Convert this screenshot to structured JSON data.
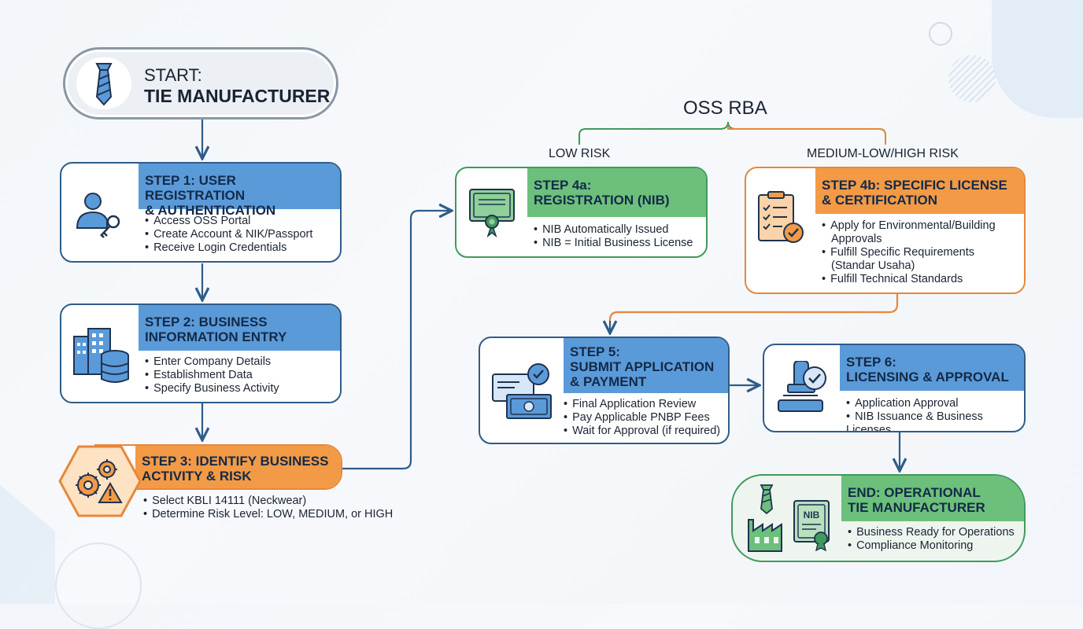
{
  "start": {
    "line1": "START:",
    "line2": "TIE MANUFACTURER"
  },
  "oss": {
    "title": "OSS RBA",
    "low_risk_label": "LOW RISK",
    "high_risk_label": "MEDIUM-LOW/HIGH RISK"
  },
  "steps": {
    "s1": {
      "title": [
        "STEP 1: USER REGISTRATION",
        "& AUTHENTICATION"
      ],
      "bullets": [
        "Access OSS Portal",
        "Create Account & NIK/Passport",
        "Receive Login Credentials"
      ]
    },
    "s2": {
      "title": [
        "STEP 2: BUSINESS",
        "INFORMATION ENTRY"
      ],
      "bullets": [
        "Enter Company Details",
        "Establishment Data",
        "Specify Business Activity"
      ]
    },
    "s3": {
      "title": [
        "STEP 3: IDENTIFY BUSINESS",
        "ACTIVITY & RISK"
      ],
      "bullets": [
        "Select KBLI 14111 (Neckwear)",
        "Determine Risk Level: LOW, MEDIUM, or HIGH"
      ]
    },
    "s4a": {
      "title": [
        "STEP 4a:",
        "REGISTRATION (NIB)"
      ],
      "bullets": [
        "NIB Automatically Issued",
        "NIB = Initial Business License"
      ]
    },
    "s4b": {
      "title": [
        "STEP 4b: SPECIFIC LICENSE",
        "& CERTIFICATION"
      ],
      "bullets": [
        "Apply for Environmental/Building",
        "Approvals",
        "Fulfill Specific Requirements",
        "(Standar Usaha)",
        "Fulfill Technical Standards"
      ]
    },
    "s5": {
      "title": [
        "STEP 5:",
        "SUBMIT APPLICATION",
        "& PAYMENT"
      ],
      "bullets": [
        "Final Application Review",
        "Pay Applicable PNBP Fees",
        "Wait for Approval (if required)"
      ]
    },
    "s6": {
      "title": [
        "STEP 6:",
        "LICENSING & APPROVAL"
      ],
      "bullets": [
        "Application Approval",
        "NIB Issuance & Business Licenses"
      ]
    },
    "end": {
      "title": [
        "END: OPERATIONAL",
        "TIE MANUFACTURER"
      ],
      "bullets": [
        "Business Ready for Operations",
        "Compliance Monitoring"
      ],
      "nib_badge": "NIB"
    }
  },
  "colors": {
    "blue": "#5b9ad9",
    "green": "#6cc07b",
    "orange": "#f39a46",
    "navy": "#2f5c8a"
  },
  "icons": [
    "tie-icon",
    "user-key-icon",
    "building-database-icon",
    "gears-warning-icon",
    "certificate-icon",
    "checklist-icon",
    "payment-check-icon",
    "stamp-icon",
    "factory-tie-icon",
    "nib-certificate-icon"
  ]
}
